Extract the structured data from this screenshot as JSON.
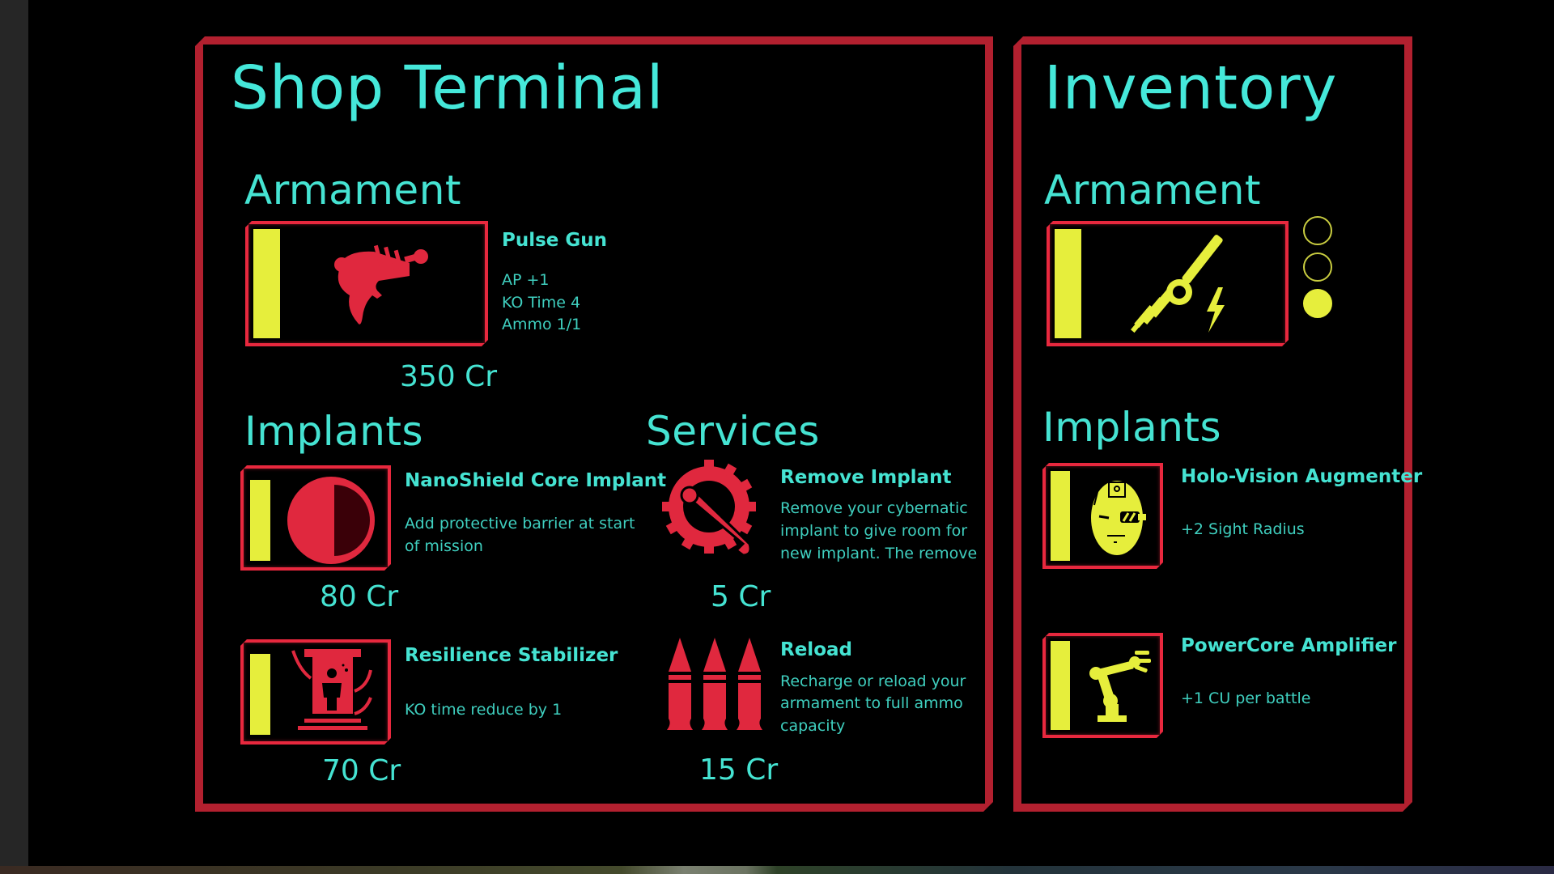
{
  "colors": {
    "panel_border": "#b2202f",
    "card_border": "#e8283e",
    "accent_text": "#45e3d2",
    "slot_bar": "#e6ee3c",
    "shop_icon": "#e0283e",
    "inventory_icon": "#e6ee3c"
  },
  "shop": {
    "title": "Shop Terminal",
    "armament": {
      "heading": "Armament",
      "items": [
        {
          "name": "Pulse Gun",
          "stats": [
            "AP +1",
            "KO Time 4",
            "Ammo 1/1"
          ],
          "price": "350 Cr",
          "icon": "ray-gun-icon"
        }
      ]
    },
    "implants": {
      "heading": "Implants",
      "items": [
        {
          "name": "NanoShield Core Implant",
          "desc_lines": [
            "Add protective barrier at start",
            "of mission"
          ],
          "price": "80 Cr",
          "icon": "half-shield-icon"
        },
        {
          "name": "Resilience Stabilizer",
          "desc_lines": [
            "KO time reduce by 1"
          ],
          "price": "70 Cr",
          "icon": "stasis-pod-icon"
        }
      ]
    },
    "services": {
      "heading": "Services",
      "items": [
        {
          "name": "Remove Implant",
          "desc_lines": [
            "Remove your cybernatic",
            "implant to give room for",
            "new implant. The remove"
          ],
          "price": "5 Cr",
          "icon": "gear-wrench-icon"
        },
        {
          "name": "Reload",
          "desc_lines": [
            "Recharge or reload your",
            "armament to full ammo",
            "capacity"
          ],
          "price": "15 Cr",
          "icon": "bullets-icon"
        }
      ]
    }
  },
  "inventory": {
    "title": "Inventory",
    "armament": {
      "heading": "Armament",
      "item": {
        "icon": "electric-wrench-icon"
      },
      "ammo_slots": [
        {
          "filled": false
        },
        {
          "filled": false
        },
        {
          "filled": true
        }
      ]
    },
    "implants": {
      "heading": "Implants",
      "items": [
        {
          "name": "Holo-Vision Augmenter",
          "desc": "+2 Sight Radius",
          "icon": "cyborg-face-icon"
        },
        {
          "name": "PowerCore Amplifier",
          "desc": "+1 CU per battle",
          "icon": "robot-arm-icon"
        }
      ]
    }
  }
}
